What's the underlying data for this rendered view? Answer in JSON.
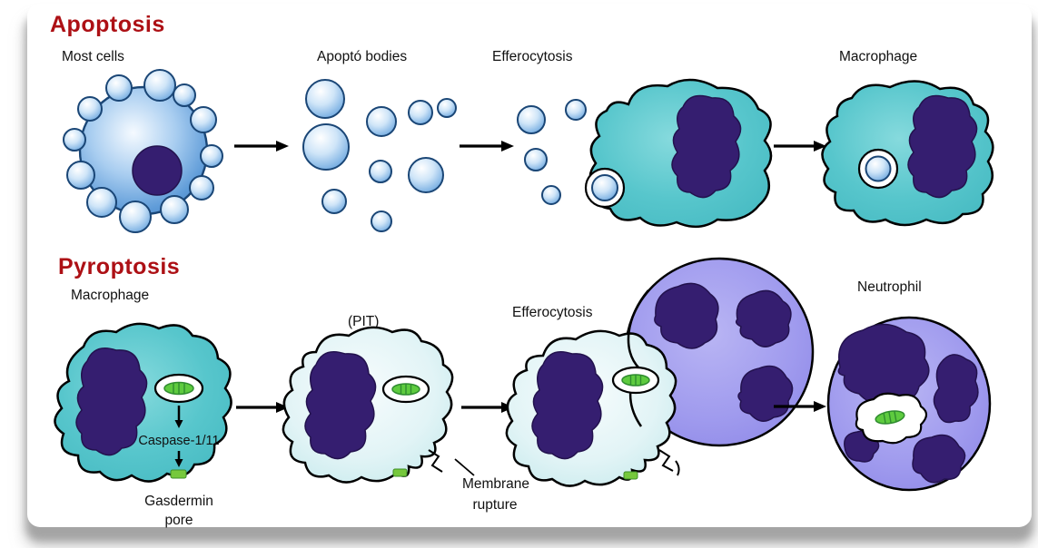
{
  "colors": {
    "title_red": "#AD1015",
    "text": "#111111",
    "teal": "#55C5CB",
    "pale_teal": "#DFF3F5",
    "cell_blue": "#5B9FE0",
    "periwinkle": "#A29DEF",
    "nucleus_purple": "#351E70",
    "bacterium_green": "#5ECB3F",
    "pore_green": "#76C83C",
    "outline": "#000000"
  },
  "apoptosis": {
    "title": "Apoptosis",
    "step1_label": "Most cells",
    "step2_label": "Apoptó bodies",
    "step3_label": "Efferocytosis",
    "step4_label": "Macrophage"
  },
  "pyroptosis": {
    "title": "Pyroptosis",
    "step1_label": "Macrophage",
    "caspase_label": "Caspase-1/11",
    "gasdermin_line1": "Gasdermin",
    "gasdermin_line2": "pore",
    "step2_label": "(PIT)",
    "step3_label": "Efferocytosis",
    "membrane_line1": "Membrane",
    "membrane_line2": "rupture",
    "step4_label": "Neutrophil"
  }
}
